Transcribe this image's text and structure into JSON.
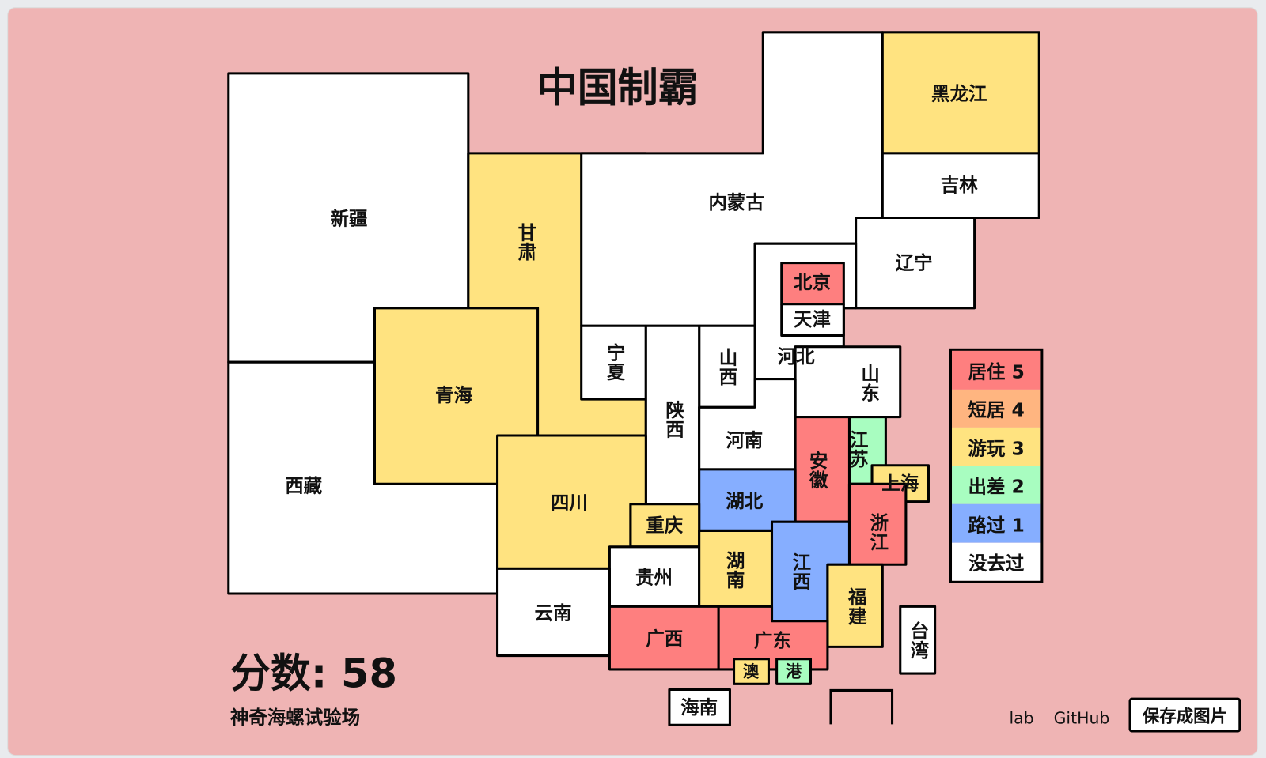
{
  "title": "中国制霸",
  "score_text": "分数: 58",
  "subtitle": "神奇海螺试验场",
  "links": {
    "lab": "lab",
    "github": "GitHub"
  },
  "save_button": "保存成图片",
  "legend": [
    {
      "label": "居住 5",
      "level": 5,
      "color": "#fe7f7f"
    },
    {
      "label": "短居 4",
      "level": 4,
      "color": "#ffb580"
    },
    {
      "label": "游玩 3",
      "level": 3,
      "color": "#ffe380"
    },
    {
      "label": "出差 2",
      "level": 2,
      "color": "#a8fdc0"
    },
    {
      "label": "路过 1",
      "level": 1,
      "color": "#86aeff"
    },
    {
      "label": "没去过",
      "level": 0,
      "color": "#ffffff"
    }
  ],
  "provinces": [
    {
      "name": "新疆",
      "level": 0
    },
    {
      "name": "西藏",
      "level": 0
    },
    {
      "name": "甘肃",
      "level": 3
    },
    {
      "name": "青海",
      "level": 3
    },
    {
      "name": "内蒙古",
      "level": 0
    },
    {
      "name": "黑龙江",
      "level": 3
    },
    {
      "name": "吉林",
      "level": 0
    },
    {
      "name": "辽宁",
      "level": 0
    },
    {
      "name": "河北",
      "level": 0
    },
    {
      "name": "北京",
      "level": 5
    },
    {
      "name": "天津",
      "level": 0
    },
    {
      "name": "山西",
      "level": 0
    },
    {
      "name": "宁夏",
      "level": 0
    },
    {
      "name": "陕西",
      "level": 0
    },
    {
      "name": "山东",
      "level": 0
    },
    {
      "name": "河南",
      "level": 0
    },
    {
      "name": "江苏",
      "level": 2
    },
    {
      "name": "安徽",
      "level": 5
    },
    {
      "name": "上海",
      "level": 3
    },
    {
      "name": "湖北",
      "level": 1
    },
    {
      "name": "浙江",
      "level": 5
    },
    {
      "name": "四川",
      "level": 3
    },
    {
      "name": "重庆",
      "level": 3
    },
    {
      "name": "贵州",
      "level": 0
    },
    {
      "name": "湖南",
      "level": 3
    },
    {
      "name": "江西",
      "level": 1
    },
    {
      "name": "福建",
      "level": 3
    },
    {
      "name": "云南",
      "level": 0
    },
    {
      "name": "广西",
      "level": 5
    },
    {
      "name": "广东",
      "level": 5
    },
    {
      "name": "澳",
      "level": 3
    },
    {
      "name": "港",
      "level": 2
    },
    {
      "name": "海南",
      "level": 0
    },
    {
      "name": "台湾",
      "level": 0
    }
  ]
}
